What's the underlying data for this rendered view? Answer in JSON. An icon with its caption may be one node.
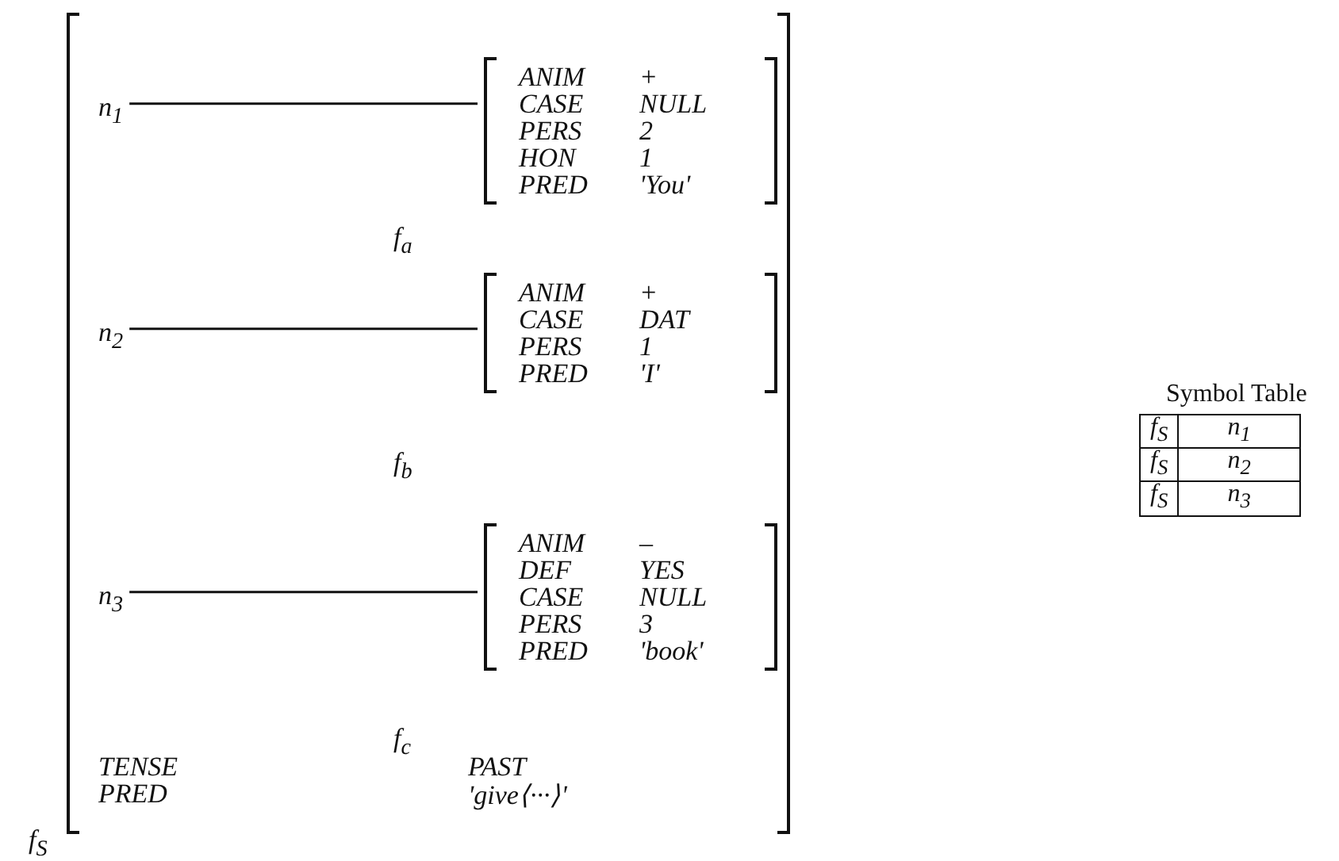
{
  "diagram": {
    "nodes": [
      {
        "text": [],
        "shape": "box",
        "beside": [
          "f$_{S}$"
        ]
      },
      {
        "text": [
          "n$_{1}$"
        ],
        "in": 0
      },
      {
        "text": [
          "ANIM",
          "+",
          "CASE",
          "NULL",
          "PERS",
          "2",
          "HON",
          "1",
          "PRED",
          "'You'"
        ],
        "in": 0,
        "beside": [
          "f$_{a}$"
        ]
      },
      {
        "text": [
          "n$_{2}$"
        ],
        "in": 0
      },
      {
        "text": [
          "ANIM",
          "+",
          "CASE",
          "DAT",
          "PERS",
          "1",
          "PRED",
          "'I'"
        ],
        "in": 0,
        "beside": [
          "f$_{b}$"
        ]
      },
      {
        "text": [
          "n$_{3}$"
        ],
        "in": 0
      },
      {
        "text": [
          "ANIM",
          "–",
          "DEF",
          "YES",
          "CASE",
          "NULL",
          "PERS",
          "3",
          "PRED",
          "'book'"
        ],
        "in": 0,
        "beside": [
          "f$_{c}$"
        ]
      }
    ],
    "edges": [
      {
        "from": 1,
        "to": 2,
        "arrow": "none"
      },
      {
        "from": 3,
        "to": 4,
        "arrow": "none"
      },
      {
        "from": 5,
        "to": 6,
        "arrow": "none"
      }
    ],
    "labels": [
      "TENSE",
      "PAST",
      "PRED",
      "'give⟨···⟩'",
      "Symbol Table",
      "f$_{S}$",
      "n$_{1}$",
      "f$_{S}$",
      "n$_{2}$",
      "f$_{S}$",
      "n$_{3}$"
    ]
  }
}
